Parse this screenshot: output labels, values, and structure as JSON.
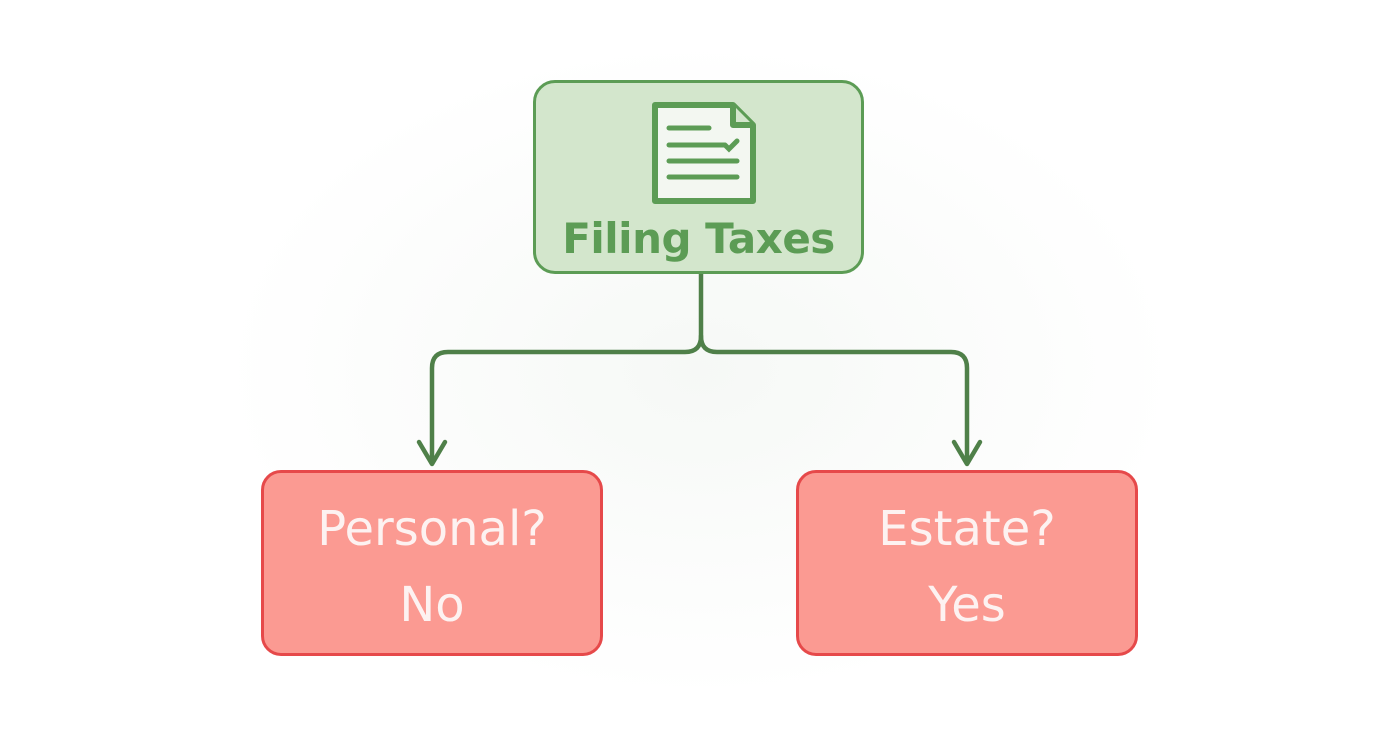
{
  "diagram": {
    "type": "decision-tree",
    "root": {
      "label": "Filing Taxes",
      "icon": "document-icon",
      "fill": "#d3e6cc",
      "stroke": "#5c9c55"
    },
    "children": [
      {
        "question": "Personal?",
        "answer": "No",
        "fill": "#fb9a92",
        "stroke": "#e6494a"
      },
      {
        "question": "Estate?",
        "answer": "Yes",
        "fill": "#fb9a92",
        "stroke": "#e6494a"
      }
    ],
    "connector_color": "#4f8049"
  }
}
